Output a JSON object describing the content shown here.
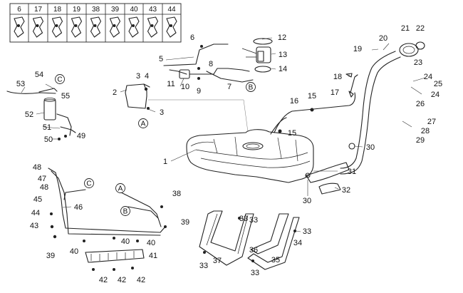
{
  "legend_headers": [
    "6",
    "17",
    "18",
    "19",
    "38",
    "39",
    "40",
    "43",
    "44"
  ],
  "callouts": [
    {
      "id": "c6a",
      "text": "6"
    },
    {
      "id": "c12",
      "text": "12"
    },
    {
      "id": "c5",
      "text": "5"
    },
    {
      "id": "c8",
      "text": "8"
    },
    {
      "id": "c13",
      "text": "13"
    },
    {
      "id": "c14",
      "text": "14"
    },
    {
      "id": "c11",
      "text": "11"
    },
    {
      "id": "c10",
      "text": "10"
    },
    {
      "id": "c9",
      "text": "9"
    },
    {
      "id": "c7",
      "text": "7"
    },
    {
      "id": "c3a",
      "text": "3"
    },
    {
      "id": "c4",
      "text": "4"
    },
    {
      "id": "c2",
      "text": "2"
    },
    {
      "id": "c3b",
      "text": "3"
    },
    {
      "id": "c54",
      "text": "54"
    },
    {
      "id": "c53",
      "text": "53"
    },
    {
      "id": "c55",
      "text": "55"
    },
    {
      "id": "c52",
      "text": "52"
    },
    {
      "id": "c51",
      "text": "51"
    },
    {
      "id": "c50",
      "text": "50"
    },
    {
      "id": "c49",
      "text": "49"
    },
    {
      "id": "c21",
      "text": "21"
    },
    {
      "id": "c22",
      "text": "22"
    },
    {
      "id": "c20",
      "text": "20"
    },
    {
      "id": "c19",
      "text": "19"
    },
    {
      "id": "c23",
      "text": "23"
    },
    {
      "id": "c18",
      "text": "18"
    },
    {
      "id": "c24a",
      "text": "24"
    },
    {
      "id": "c25",
      "text": "25"
    },
    {
      "id": "c24b",
      "text": "24"
    },
    {
      "id": "c17",
      "text": "17"
    },
    {
      "id": "c26",
      "text": "26"
    },
    {
      "id": "c16",
      "text": "16"
    },
    {
      "id": "c15a",
      "text": "15"
    },
    {
      "id": "c15b",
      "text": "15"
    },
    {
      "id": "c27",
      "text": "27"
    },
    {
      "id": "c28",
      "text": "28"
    },
    {
      "id": "c29",
      "text": "29"
    },
    {
      "id": "c1",
      "text": "1"
    },
    {
      "id": "c30a",
      "text": "30"
    },
    {
      "id": "c31",
      "text": "31"
    },
    {
      "id": "c32",
      "text": "32"
    },
    {
      "id": "c30b",
      "text": "30"
    },
    {
      "id": "c48a",
      "text": "48"
    },
    {
      "id": "c47",
      "text": "47"
    },
    {
      "id": "c48b",
      "text": "48"
    },
    {
      "id": "c45",
      "text": "45"
    },
    {
      "id": "c46",
      "text": "46"
    },
    {
      "id": "c44",
      "text": "44"
    },
    {
      "id": "c43",
      "text": "43"
    },
    {
      "id": "c38",
      "text": "38"
    },
    {
      "id": "c39a",
      "text": "39"
    },
    {
      "id": "c40a",
      "text": "40"
    },
    {
      "id": "c40b",
      "text": "40"
    },
    {
      "id": "c40c",
      "text": "40"
    },
    {
      "id": "c41",
      "text": "41"
    },
    {
      "id": "c39b",
      "text": "39"
    },
    {
      "id": "c42a",
      "text": "42"
    },
    {
      "id": "c42b",
      "text": "42"
    },
    {
      "id": "c42c",
      "text": "42"
    },
    {
      "id": "c33a",
      "text": "33"
    },
    {
      "id": "c33b",
      "text": "33"
    },
    {
      "id": "c33c",
      "text": "33"
    },
    {
      "id": "c33d",
      "text": "33"
    },
    {
      "id": "c33e",
      "text": "33"
    },
    {
      "id": "c34",
      "text": "34"
    },
    {
      "id": "c35",
      "text": "35"
    },
    {
      "id": "c36",
      "text": "36"
    },
    {
      "id": "c37",
      "text": "37"
    }
  ],
  "connectors": [
    {
      "id": "rA1",
      "text": "A"
    },
    {
      "id": "rB1",
      "text": "B"
    },
    {
      "id": "rC1",
      "text": "C"
    },
    {
      "id": "rC2",
      "text": "C"
    },
    {
      "id": "rA2",
      "text": "A"
    },
    {
      "id": "rB2",
      "text": "B"
    }
  ]
}
